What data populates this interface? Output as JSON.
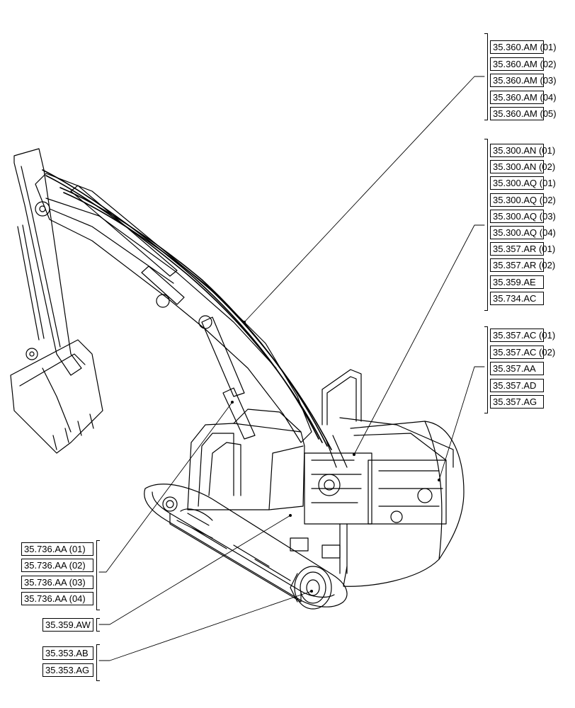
{
  "callout_groups": [
    {
      "id": "g1",
      "refs": [
        "35.360.AM (01)",
        "35.360.AM (02)",
        "35.360.AM (03)",
        "35.360.AM (04)",
        "35.360.AM (05)"
      ]
    },
    {
      "id": "g2",
      "refs": [
        "35.300.AN (01)",
        "35.300.AN (02)",
        "35.300.AQ (01)",
        "35.300.AQ (02)",
        "35.300.AQ (03)",
        "35.300.AQ (04)",
        "35.357.AR (01)",
        "35.357.AR (02)",
        "35.359.AE",
        "35.734.AC"
      ]
    },
    {
      "id": "g3",
      "refs": [
        "35.357.AC (01)",
        "35.357.AC (02)",
        "35.357.AA",
        "35.357.AD",
        "35.357.AG"
      ]
    },
    {
      "id": "g4",
      "refs": [
        "35.736.AA (01)",
        "35.736.AA (02)",
        "35.736.AA (03)",
        "35.736.AA (04)"
      ]
    },
    {
      "id": "g5",
      "refs": [
        "35.359.AW"
      ]
    },
    {
      "id": "g6",
      "refs": [
        "35.353.AB",
        "35.353.AG"
      ]
    }
  ]
}
